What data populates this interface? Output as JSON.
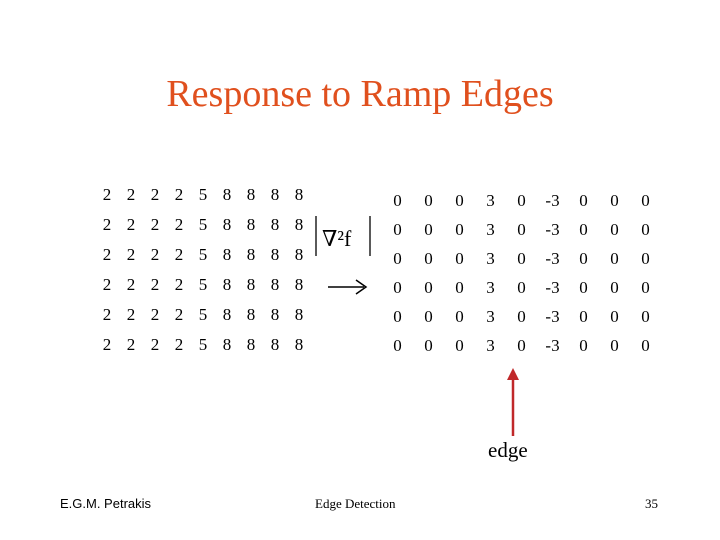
{
  "slide": {
    "title": "Response to Ramp Edges",
    "operator_label": "∇²f",
    "edge_label": "edge",
    "colors": {
      "title": "#e0501e",
      "edge_arrow": "#c0282a"
    }
  },
  "input_matrix": [
    [
      "2",
      "2",
      "2",
      "2",
      "5",
      "8",
      "8",
      "8",
      "8"
    ],
    [
      "2",
      "2",
      "2",
      "2",
      "5",
      "8",
      "8",
      "8",
      "8"
    ],
    [
      "2",
      "2",
      "2",
      "2",
      "5",
      "8",
      "8",
      "8",
      "8"
    ],
    [
      "2",
      "2",
      "2",
      "2",
      "5",
      "8",
      "8",
      "8",
      "8"
    ],
    [
      "2",
      "2",
      "2",
      "2",
      "5",
      "8",
      "8",
      "8",
      "8"
    ],
    [
      "2",
      "2",
      "2",
      "2",
      "5",
      "8",
      "8",
      "8",
      "8"
    ]
  ],
  "output_matrix": [
    [
      "0",
      "0",
      "0",
      "3",
      "0",
      "-3",
      "0",
      "0",
      "0"
    ],
    [
      "0",
      "0",
      "0",
      "3",
      "0",
      "-3",
      "0",
      "0",
      "0"
    ],
    [
      "0",
      "0",
      "0",
      "3",
      "0",
      "-3",
      "0",
      "0",
      "0"
    ],
    [
      "0",
      "0",
      "0",
      "3",
      "0",
      "-3",
      "0",
      "0",
      "0"
    ],
    [
      "0",
      "0",
      "0",
      "3",
      "0",
      "-3",
      "0",
      "0",
      "0"
    ],
    [
      "0",
      "0",
      "0",
      "3",
      "0",
      "-3",
      "0",
      "0",
      "0"
    ]
  ],
  "footer": {
    "author": "E.G.M. Petrakis",
    "topic": "Edge Detection",
    "page": "35"
  }
}
